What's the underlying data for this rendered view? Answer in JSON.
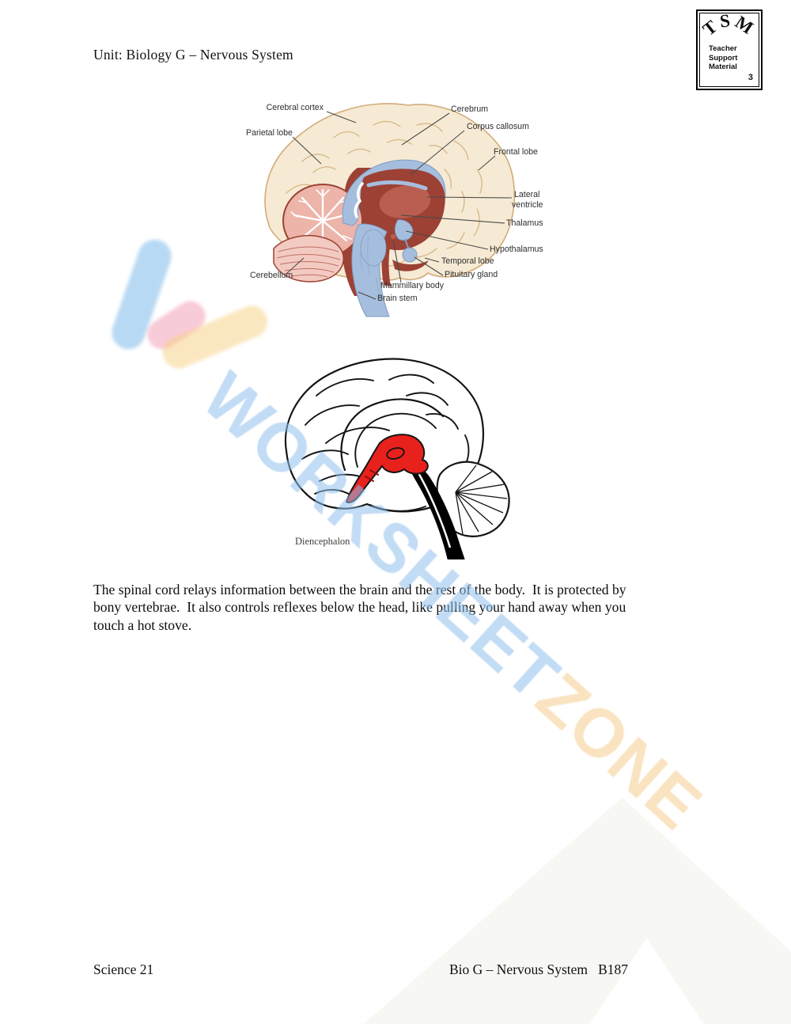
{
  "page": {
    "header": "Unit: Biology G – Nervous System",
    "footer_left": "Science 21",
    "footer_right": "Bio G – Nervous System   B187"
  },
  "tsm_badge": {
    "acronym": "TSM",
    "line1": "Teacher",
    "line2": "Support",
    "line3": "Material",
    "number": "3"
  },
  "body_text": {
    "line1": "The spinal cord relays information between the brain and the rest of the body.  It is protected by",
    "line2": "bony vertebrae.  It also controls reflexes below the head, like pulling your hand away when you",
    "line3": "touch a hot stove."
  },
  "brain_diagram": {
    "labels": {
      "cerebral_cortex": "Cerebral cortex",
      "parietal_lobe": "Parietal lobe",
      "cerebrum": "Cerebrum",
      "corpus_callosum": "Corpus callosum",
      "frontal_lobe": "Frontal lobe",
      "lateral_ventricle_line1": "Lateral",
      "lateral_ventricle_line2": "ventricle",
      "thalamus": "Thalamus",
      "hypothalamus": "Hypothalamus",
      "temporal_lobe": "Temporal lobe",
      "pituitary_gland": "Pituitary gland",
      "mammillary_body": "Mammillary body",
      "brain_stem": "Brain stem",
      "cerebellum": "Cerebellum"
    },
    "colors": {
      "cortex_fill": "#f6ead4",
      "cortex_outline": "#d2ab79",
      "ventricle_blue": "#a6bedd",
      "midbrain_maroon": "#9c4134",
      "thalamus_red": "#b95e50",
      "cerebellum_pink": "#edb4a9"
    }
  },
  "diencephalon_diagram": {
    "label": "Diencephalon",
    "highlight_color": "#e8211d"
  },
  "watermark": {
    "text_primary": "WORKSHEET",
    "text_secondary": "ZONE",
    "color_primary": "#8fc0ec",
    "color_secondary": "#f6cd8e"
  }
}
